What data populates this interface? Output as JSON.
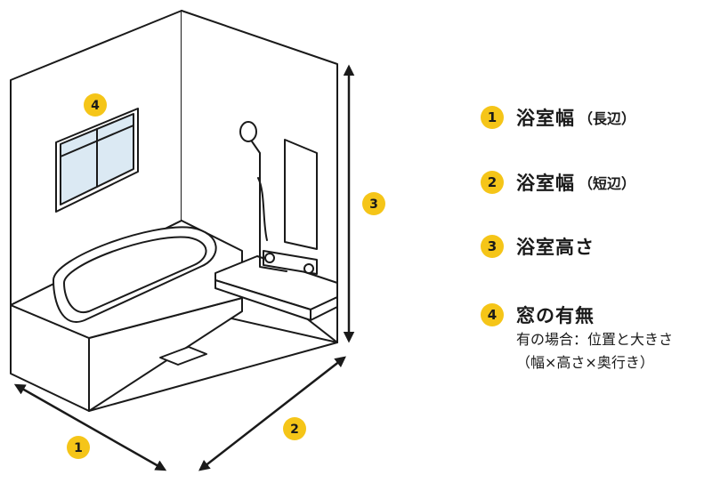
{
  "legend": {
    "items": [
      {
        "num": "1",
        "label": "浴室幅",
        "sub": "（長辺）"
      },
      {
        "num": "2",
        "label": "浴室幅",
        "sub": "（短辺）"
      },
      {
        "num": "3",
        "label": "浴室高さ",
        "sub": ""
      },
      {
        "num": "4",
        "label": "窓の有無",
        "sub": ""
      }
    ],
    "note_line1": "有の場合：位置と大きさ",
    "note_line2": "（幅×高さ×奥行き）"
  },
  "markers": {
    "m1": "1",
    "m2": "2",
    "m3": "3",
    "m4": "4"
  },
  "colors": {
    "accent": "#f5c518",
    "line": "#1a1a1a",
    "glass": "#dbe9f3"
  }
}
